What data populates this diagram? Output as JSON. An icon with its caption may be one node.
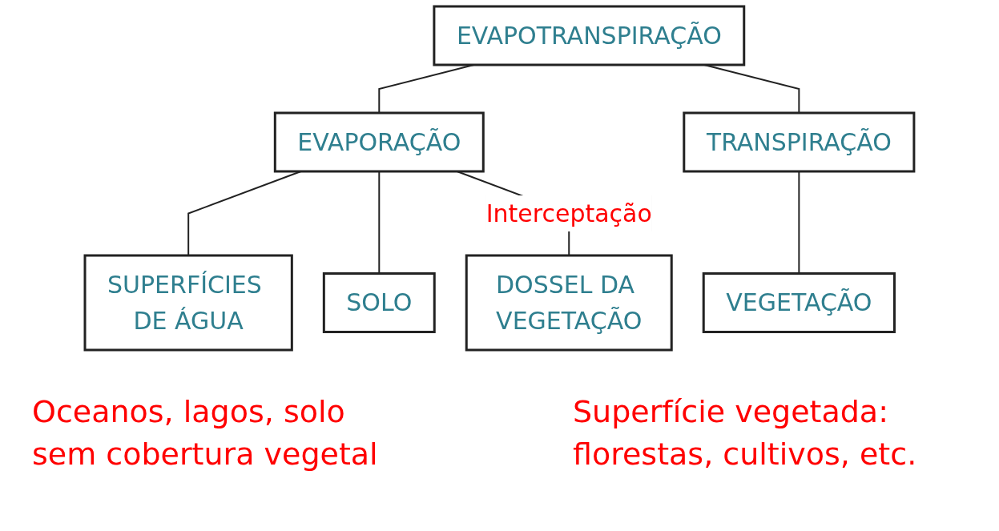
{
  "diagram": {
    "nodes": [
      {
        "text": [
          "EVAPOTRANSPIRAÇÃO"
        ]
      },
      {
        "text": [
          "EVAPORAÇÃO"
        ]
      },
      {
        "text": [
          "TRANSPIRAÇÃO"
        ]
      },
      {
        "text": [
          "SUPERFÍCIES DE ÁGUA"
        ]
      },
      {
        "text": [
          "SOLO"
        ]
      },
      {
        "text": [
          "DOSSEL DA VEGETAÇÃO"
        ]
      },
      {
        "text": [
          "VEGETAÇÃO"
        ]
      }
    ],
    "edges": [
      {
        "from": 0,
        "to": 1,
        "arrow": "none"
      },
      {
        "from": 0,
        "to": 2,
        "arrow": "none"
      },
      {
        "from": 1,
        "to": 3,
        "arrow": "none"
      },
      {
        "from": 1,
        "to": 4,
        "arrow": "none"
      },
      {
        "from": 1,
        "to": 5,
        "arrow": "none",
        "label": "Interceptação"
      },
      {
        "from": 2,
        "to": 6,
        "arrow": "none"
      }
    ],
    "labels": [
      "Oceanos, lagos, solo sem cobertura vegetal",
      "Superfície vegetada: florestas, cultivos, etc."
    ]
  }
}
